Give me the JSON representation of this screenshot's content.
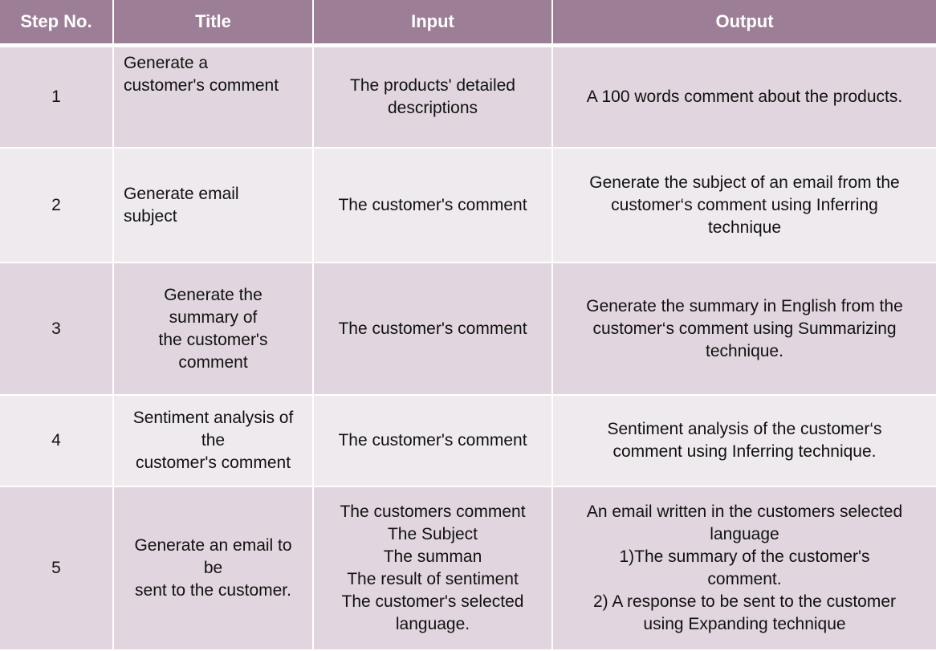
{
  "header": {
    "step": "Step No.",
    "title": "Title",
    "input": "Input",
    "output": "Output"
  },
  "rows": [
    {
      "step": "1",
      "title": "Generate a\ncustomer's comment",
      "input": "The products' detailed\ndescriptions",
      "output": "A 100 words comment about the products."
    },
    {
      "step": "2",
      "title": "Generate email\nsubject",
      "input": "The customer's comment",
      "output": "Generate the subject of an email from the\ncustomer‘s comment using Inferring\ntechnique"
    },
    {
      "step": "3",
      "title": "Generate the\nsummary of\nthe customer's\ncomment",
      "input": "The customer's comment",
      "output": "Generate the summary in English from the\ncustomer‘s comment using Summarizing\ntechnique."
    },
    {
      "step": "4",
      "title": "Sentiment analysis of\nthe\ncustomer's comment",
      "input": "The customer's comment",
      "output": "Sentiment analysis of the customer‘s\ncomment using Inferring technique."
    },
    {
      "step": "5",
      "title": "Generate an email to\nbe\nsent to the customer.",
      "input": "The customers comment\nThe Subject\nThe summan\nThe result of sentiment\nThe customer's selected\nlanguage.",
      "output": "An email written in the customers selected\nlanguage\n1)The summary of the customer's\ncomment.\n2) A response to be sent to the customer\nusing Expanding technique"
    }
  ],
  "colors": {
    "header_bg": "#9d7e97",
    "row_dark": "#e1d6df",
    "row_light": "#efeaee"
  }
}
